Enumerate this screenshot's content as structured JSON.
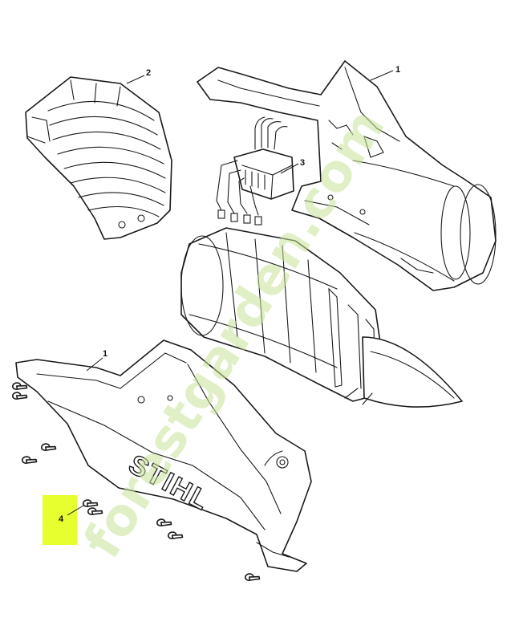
{
  "diagram": {
    "callouts": [
      {
        "id": "callout-1-top",
        "label": "1"
      },
      {
        "id": "callout-2",
        "label": "2"
      },
      {
        "id": "callout-3",
        "label": "3"
      },
      {
        "id": "callout-1-bottom",
        "label": "1"
      },
      {
        "id": "callout-4",
        "label": "4"
      }
    ],
    "brand_text": "STIHL",
    "watermark_text": "forestgarden.com",
    "highlight_color": "#e6ff2e"
  }
}
